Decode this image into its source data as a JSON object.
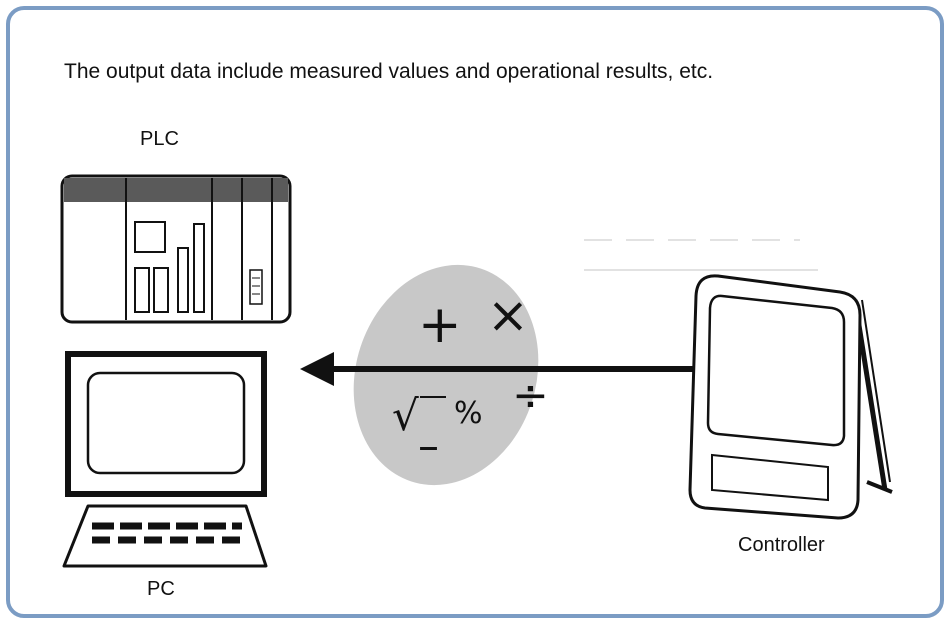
{
  "diagram": {
    "caption": "The output data include measured values and operational results, etc.",
    "labels": {
      "plc": "PLC",
      "pc": "PC",
      "controller": "Controller"
    },
    "operators": {
      "plus": "+",
      "times": "×",
      "divide": "÷",
      "sqrt": "√",
      "percent": "%",
      "minus": "–"
    }
  },
  "colors": {
    "frame_border": "#7b9cc4",
    "ellipse_fill": "#c8c8c8",
    "plc_band": "#5a5a5a",
    "stroke": "#111111"
  }
}
